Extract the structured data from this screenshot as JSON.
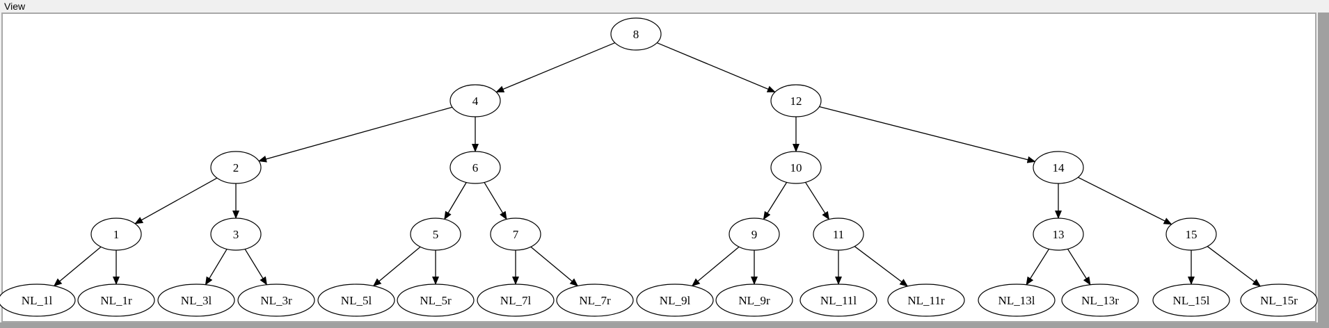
{
  "menu": {
    "view_label": "View"
  },
  "graph": {
    "nodes": [
      {
        "id": "8",
        "label": "8"
      },
      {
        "id": "4",
        "label": "4"
      },
      {
        "id": "12",
        "label": "12"
      },
      {
        "id": "2",
        "label": "2"
      },
      {
        "id": "6",
        "label": "6"
      },
      {
        "id": "10",
        "label": "10"
      },
      {
        "id": "14",
        "label": "14"
      },
      {
        "id": "1",
        "label": "1"
      },
      {
        "id": "3",
        "label": "3"
      },
      {
        "id": "5",
        "label": "5"
      },
      {
        "id": "7",
        "label": "7"
      },
      {
        "id": "9",
        "label": "9"
      },
      {
        "id": "11",
        "label": "11"
      },
      {
        "id": "13",
        "label": "13"
      },
      {
        "id": "15",
        "label": "15"
      },
      {
        "id": "NL_1l",
        "label": "NL_1l"
      },
      {
        "id": "NL_1r",
        "label": "NL_1r"
      },
      {
        "id": "NL_3l",
        "label": "NL_3l"
      },
      {
        "id": "NL_3r",
        "label": "NL_3r"
      },
      {
        "id": "NL_5l",
        "label": "NL_5l"
      },
      {
        "id": "NL_5r",
        "label": "NL_5r"
      },
      {
        "id": "NL_7l",
        "label": "NL_7l"
      },
      {
        "id": "NL_7r",
        "label": "NL_7r"
      },
      {
        "id": "NL_9l",
        "label": "NL_9l"
      },
      {
        "id": "NL_9r",
        "label": "NL_9r"
      },
      {
        "id": "NL_11l",
        "label": "NL_11l"
      },
      {
        "id": "NL_11r",
        "label": "NL_11r"
      },
      {
        "id": "NL_13l",
        "label": "NL_13l"
      },
      {
        "id": "NL_13r",
        "label": "NL_13r"
      },
      {
        "id": "NL_15l",
        "label": "NL_15l"
      },
      {
        "id": "NL_15r",
        "label": "NL_15r"
      }
    ],
    "edges": [
      [
        "8",
        "4"
      ],
      [
        "8",
        "12"
      ],
      [
        "4",
        "2"
      ],
      [
        "4",
        "6"
      ],
      [
        "12",
        "10"
      ],
      [
        "12",
        "14"
      ],
      [
        "2",
        "1"
      ],
      [
        "2",
        "3"
      ],
      [
        "6",
        "5"
      ],
      [
        "6",
        "7"
      ],
      [
        "10",
        "9"
      ],
      [
        "10",
        "11"
      ],
      [
        "14",
        "13"
      ],
      [
        "14",
        "15"
      ],
      [
        "1",
        "NL_1l"
      ],
      [
        "1",
        "NL_1r"
      ],
      [
        "3",
        "NL_3l"
      ],
      [
        "3",
        "NL_3r"
      ],
      [
        "5",
        "NL_5l"
      ],
      [
        "5",
        "NL_5r"
      ],
      [
        "7",
        "NL_7l"
      ],
      [
        "7",
        "NL_7r"
      ],
      [
        "9",
        "NL_9l"
      ],
      [
        "9",
        "NL_9r"
      ],
      [
        "11",
        "NL_11l"
      ],
      [
        "11",
        "NL_11r"
      ],
      [
        "13",
        "NL_13l"
      ],
      [
        "13",
        "NL_13r"
      ],
      [
        "15",
        "NL_15l"
      ],
      [
        "15",
        "NL_15r"
      ]
    ]
  },
  "colors": {
    "canvas_bg": "#ffffff",
    "stroke": "#000000",
    "chrome": "#f0f0f0",
    "gutter": "#a0a0a0"
  }
}
